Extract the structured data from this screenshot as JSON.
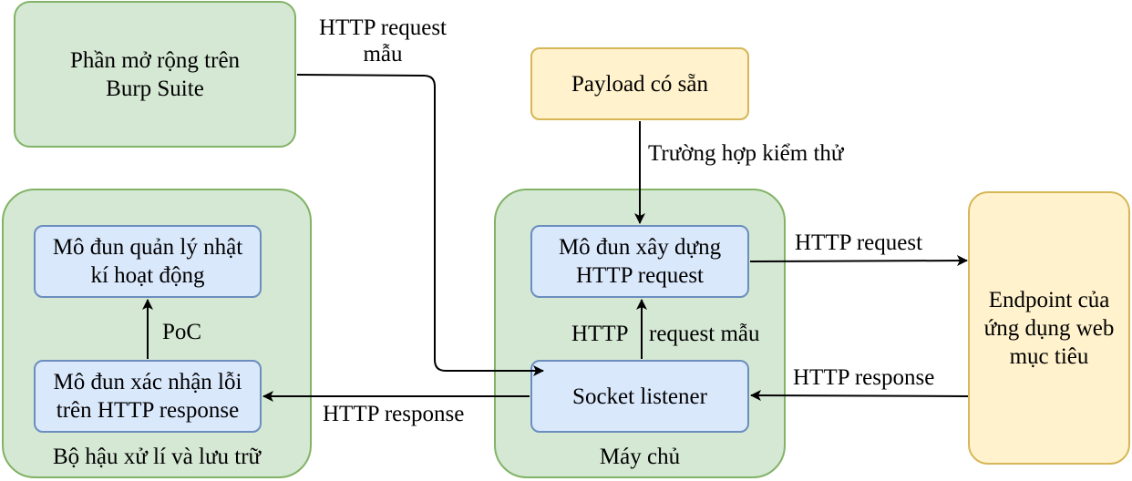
{
  "nodes": {
    "burp_extension": "Phần mở rộng trên\nBurp Suite",
    "payload": "Payload có sẵn",
    "backend_group": "Bộ hậu xử lí và lưu trữ",
    "log_module": "Mô đun quản lý nhật\nkí hoạt động",
    "verify_module": "Mô đun xác nhận lỗi\ntrên HTTP response",
    "server_group": "Máy chủ",
    "builder_module": "Mô đun xây dựng\nHTTP request",
    "socket_listener": "Socket listener",
    "endpoint": "Endpoint của\nứng dụng web\nmục tiêu"
  },
  "edges": {
    "sample_request": "HTTP request\nmẫu",
    "test_case": "Trường hợp kiểm thử",
    "http_request": "HTTP request",
    "http_response_in": "HTTP response",
    "http_response_out": "HTTP response",
    "poc": "PoC",
    "sample_request_inner_left": "HTTP",
    "sample_request_inner_right": "request mẫu"
  },
  "colors": {
    "green_fill": "#d5e8d4",
    "green_stroke": "#82b366",
    "yellow_fill": "#fff2cc",
    "yellow_stroke": "#d6b656",
    "blue_fill": "#dae8fc",
    "blue_stroke": "#6c8ebf"
  }
}
